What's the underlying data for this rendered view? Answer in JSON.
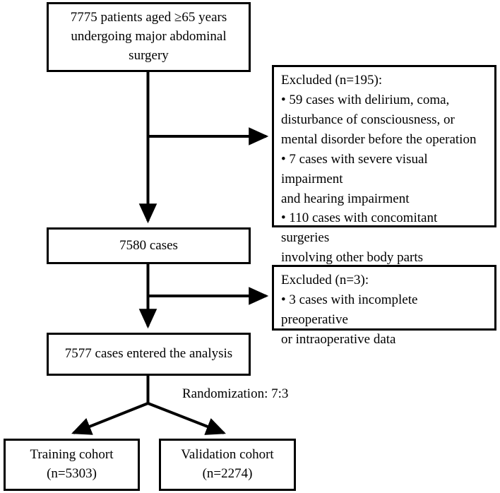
{
  "diagram": {
    "title": "Patient enrollment flow diagram",
    "type": "flowchart",
    "stroke_color": "#000000",
    "background_color": "#ffffff",
    "nodes": {
      "cohort_total": {
        "lines": [
          "7775 patients aged ≥65 years",
          "undergoing major abdominal",
          "surgery"
        ]
      },
      "excluded_1": {
        "lines": [
          "Excluded (n=195):",
          "• 59 cases with delirium, coma,",
          "disturbance of consciousness, or",
          "mental disorder before the operation",
          "• 7 cases with severe visual impairment",
          "and hearing impairment",
          "• 110 cases with concomitant surgeries",
          "involving other body parts"
        ]
      },
      "cases_7580": {
        "lines": [
          "7580 cases"
        ]
      },
      "excluded_2": {
        "lines": [
          "Excluded (n=3):",
          "• 3 cases with incomplete preoperative",
          "or intraoperative data"
        ]
      },
      "cases_analysis": {
        "lines": [
          "7577 cases entered the analysis"
        ]
      },
      "training_cohort": {
        "lines": [
          "Training cohort",
          "(n=5303)"
        ]
      },
      "validation_cohort": {
        "lines": [
          "Validation cohort",
          "(n=2274)"
        ]
      }
    },
    "edge_labels": {
      "randomization": "Randomization: 7:3"
    }
  }
}
